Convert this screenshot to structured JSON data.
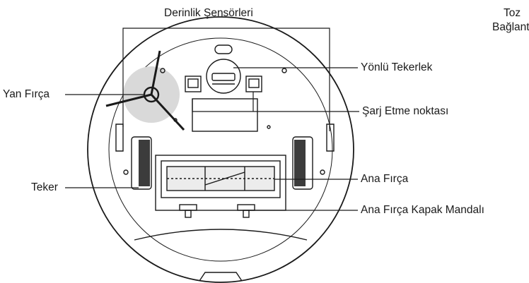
{
  "labels": {
    "depth_sensors": "Derinlik Şensörleri",
    "dust_box_line1": "Toz",
    "dust_box_line2": "Bağlant",
    "side_brush": "Yan Fırça",
    "directional_wheel": "Yönlü Tekerlek",
    "charging_point": "Şarj Etme noktası",
    "wheel": "Teker",
    "main_brush": "Ana Fırça",
    "main_brush_cover_latch": "Ana Fırça Kapak Mandalı"
  },
  "colors": {
    "line": "#1a1a1a",
    "body_fill": "#ffffff",
    "shade": "#d9d9d9"
  }
}
